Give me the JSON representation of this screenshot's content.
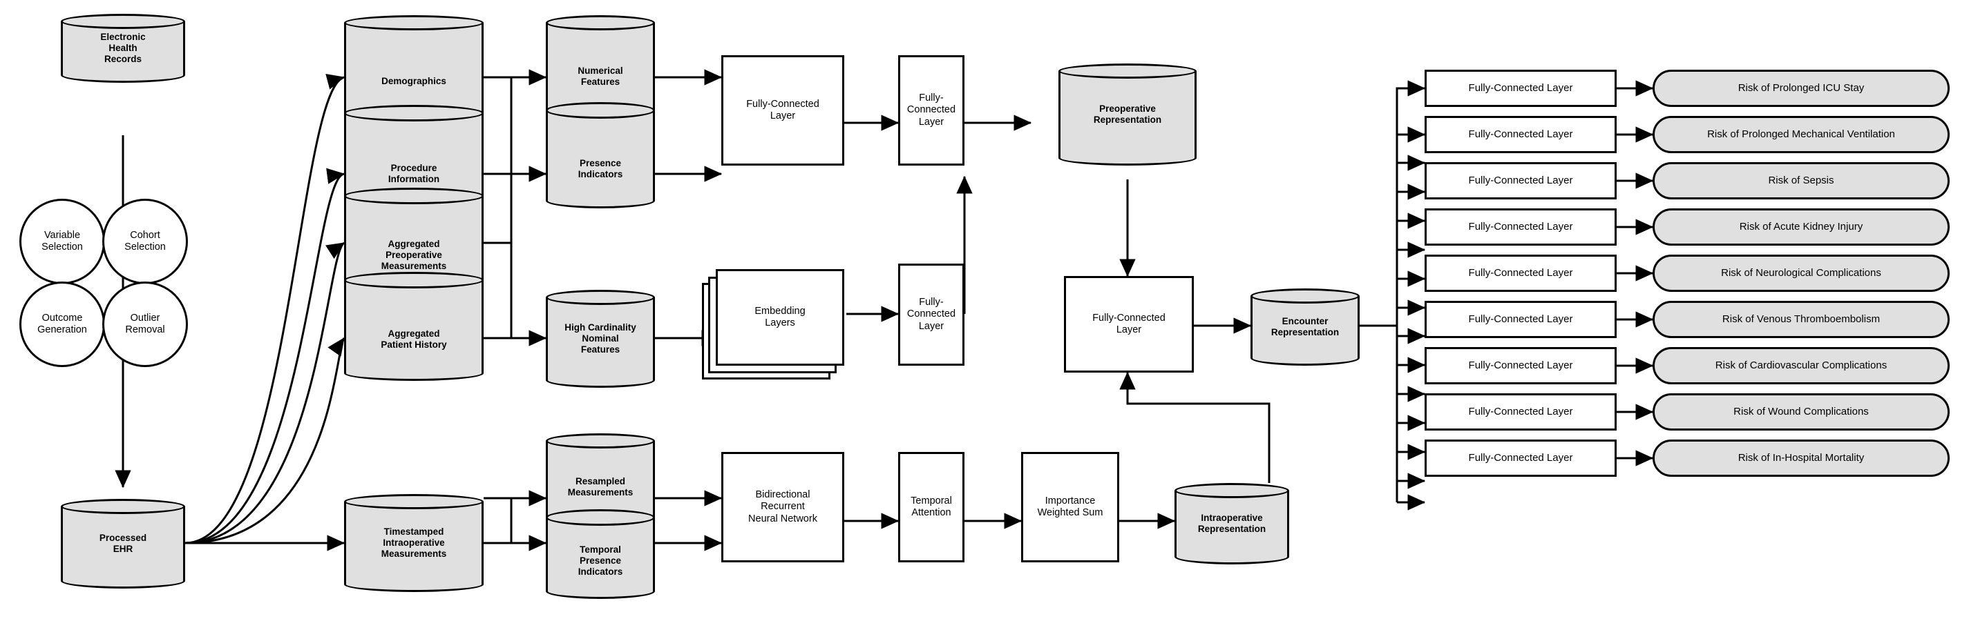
{
  "diagram": {
    "title": "EHR deep learning perioperative risk prediction pipeline",
    "colors": {
      "fill_gray": "#e0e0e0",
      "stroke": "#000000",
      "background": "#ffffff"
    }
  },
  "sources": {
    "ehr": "Electronic\nHealth\nRecords",
    "ehr_line1": "Electronic",
    "ehr_line2": "Health",
    "ehr_line3": "Records",
    "processed_line1": "Processed",
    "processed_line2": "EHR"
  },
  "preprocessing": [
    {
      "line1": "Variable",
      "line2": "Selection"
    },
    {
      "line1": "Cohort",
      "line2": "Selection"
    },
    {
      "line1": "Outcome",
      "line2": "Generation"
    },
    {
      "line1": "Outlier",
      "line2": "Removal"
    }
  ],
  "data_groups": {
    "static": [
      {
        "line1": "Demographics",
        "line2": ""
      },
      {
        "line1": "Procedure",
        "line2": "Information"
      },
      {
        "line1": "Aggregated",
        "line2": "Preoperative",
        "line3": "Measurements"
      },
      {
        "line1": "Aggregated",
        "line2": "Patient History"
      }
    ],
    "features_top": [
      {
        "line1": "Numerical",
        "line2": "Features"
      },
      {
        "line1": "Presence",
        "line2": "Indicators"
      }
    ],
    "high_cardinality": {
      "line1": "High Cardinality",
      "line2": "Nominal",
      "line3": "Features"
    },
    "temporal_source": {
      "line1": "Timestamped",
      "line2": "Intraoperative",
      "line3": "Measurements"
    },
    "temporal_features": [
      {
        "line1": "Resampled",
        "line2": "Measurements"
      },
      {
        "line1": "Temporal",
        "line2": "Presence",
        "line3": "Indicators"
      }
    ]
  },
  "modules": {
    "fc_static": {
      "line1": "Fully-Connected",
      "line2": "Layer"
    },
    "fc_preop_merge": {
      "line1": "Fully-Connected",
      "line2": "Layer"
    },
    "embedding": {
      "line1": "Embedding",
      "line2": "Layers"
    },
    "fc_embedding": {
      "line1": "Fully-Connected",
      "line2": "Layer"
    },
    "fc_encounter": {
      "line1": "Fully-Connected",
      "line2": "Layer"
    },
    "brnn": {
      "line1": "Bidirectional",
      "line2": "Recurrent",
      "line3": "Neural Network"
    },
    "attention": {
      "line1": "Temporal",
      "line2": "Attention"
    },
    "weighted_sum": {
      "line1": "Importance",
      "line2": "Weighted Sum"
    }
  },
  "representations": {
    "preoperative": {
      "line1": "Preoperative",
      "line2": "Representation"
    },
    "encounter": {
      "line1": "Encounter",
      "line2": "Representation"
    },
    "intraoperative": {
      "line1": "Intraoperative",
      "line2": "Representation"
    }
  },
  "heads": {
    "fc_label": "Fully-Connected Layer",
    "outputs": [
      "Risk of Prolonged ICU Stay",
      "Risk of Prolonged Mechanical Ventilation",
      "Risk of Sepsis",
      "Risk of Acute Kidney Injury",
      "Risk of Neurological Complications",
      "Risk of Venous Thromboembolism",
      "Risk of Cardiovascular Complications",
      "Risk of Wound Complications",
      "Risk of In-Hospital Mortality"
    ]
  }
}
